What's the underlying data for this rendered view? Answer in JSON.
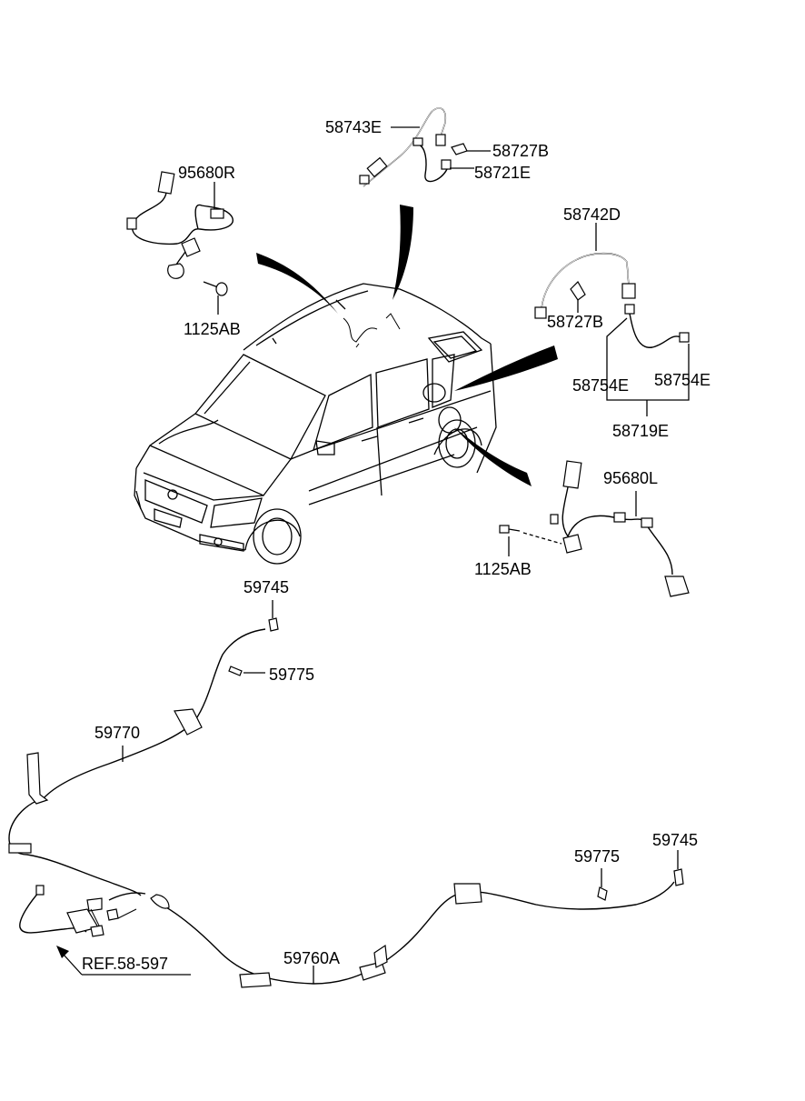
{
  "labels": {
    "p58743E": "58743E",
    "p58727B_top": "58727B",
    "p58721E": "58721E",
    "p95680R": "95680R",
    "p58742D": "58742D",
    "p1125AB_top": "1125AB",
    "p58727B_mid": "58727B",
    "p58754E_left": "58754E",
    "p58754E_right": "58754E",
    "p58719E": "58719E",
    "p95680L": "95680L",
    "p1125AB_bottom": "1125AB",
    "p59745_top": "59745",
    "p59775_top": "59775",
    "p59770": "59770",
    "p59775_bottom": "59775",
    "p59745_bottom": "59745",
    "p59760A": "59760A",
    "ref": "REF.58-597"
  }
}
